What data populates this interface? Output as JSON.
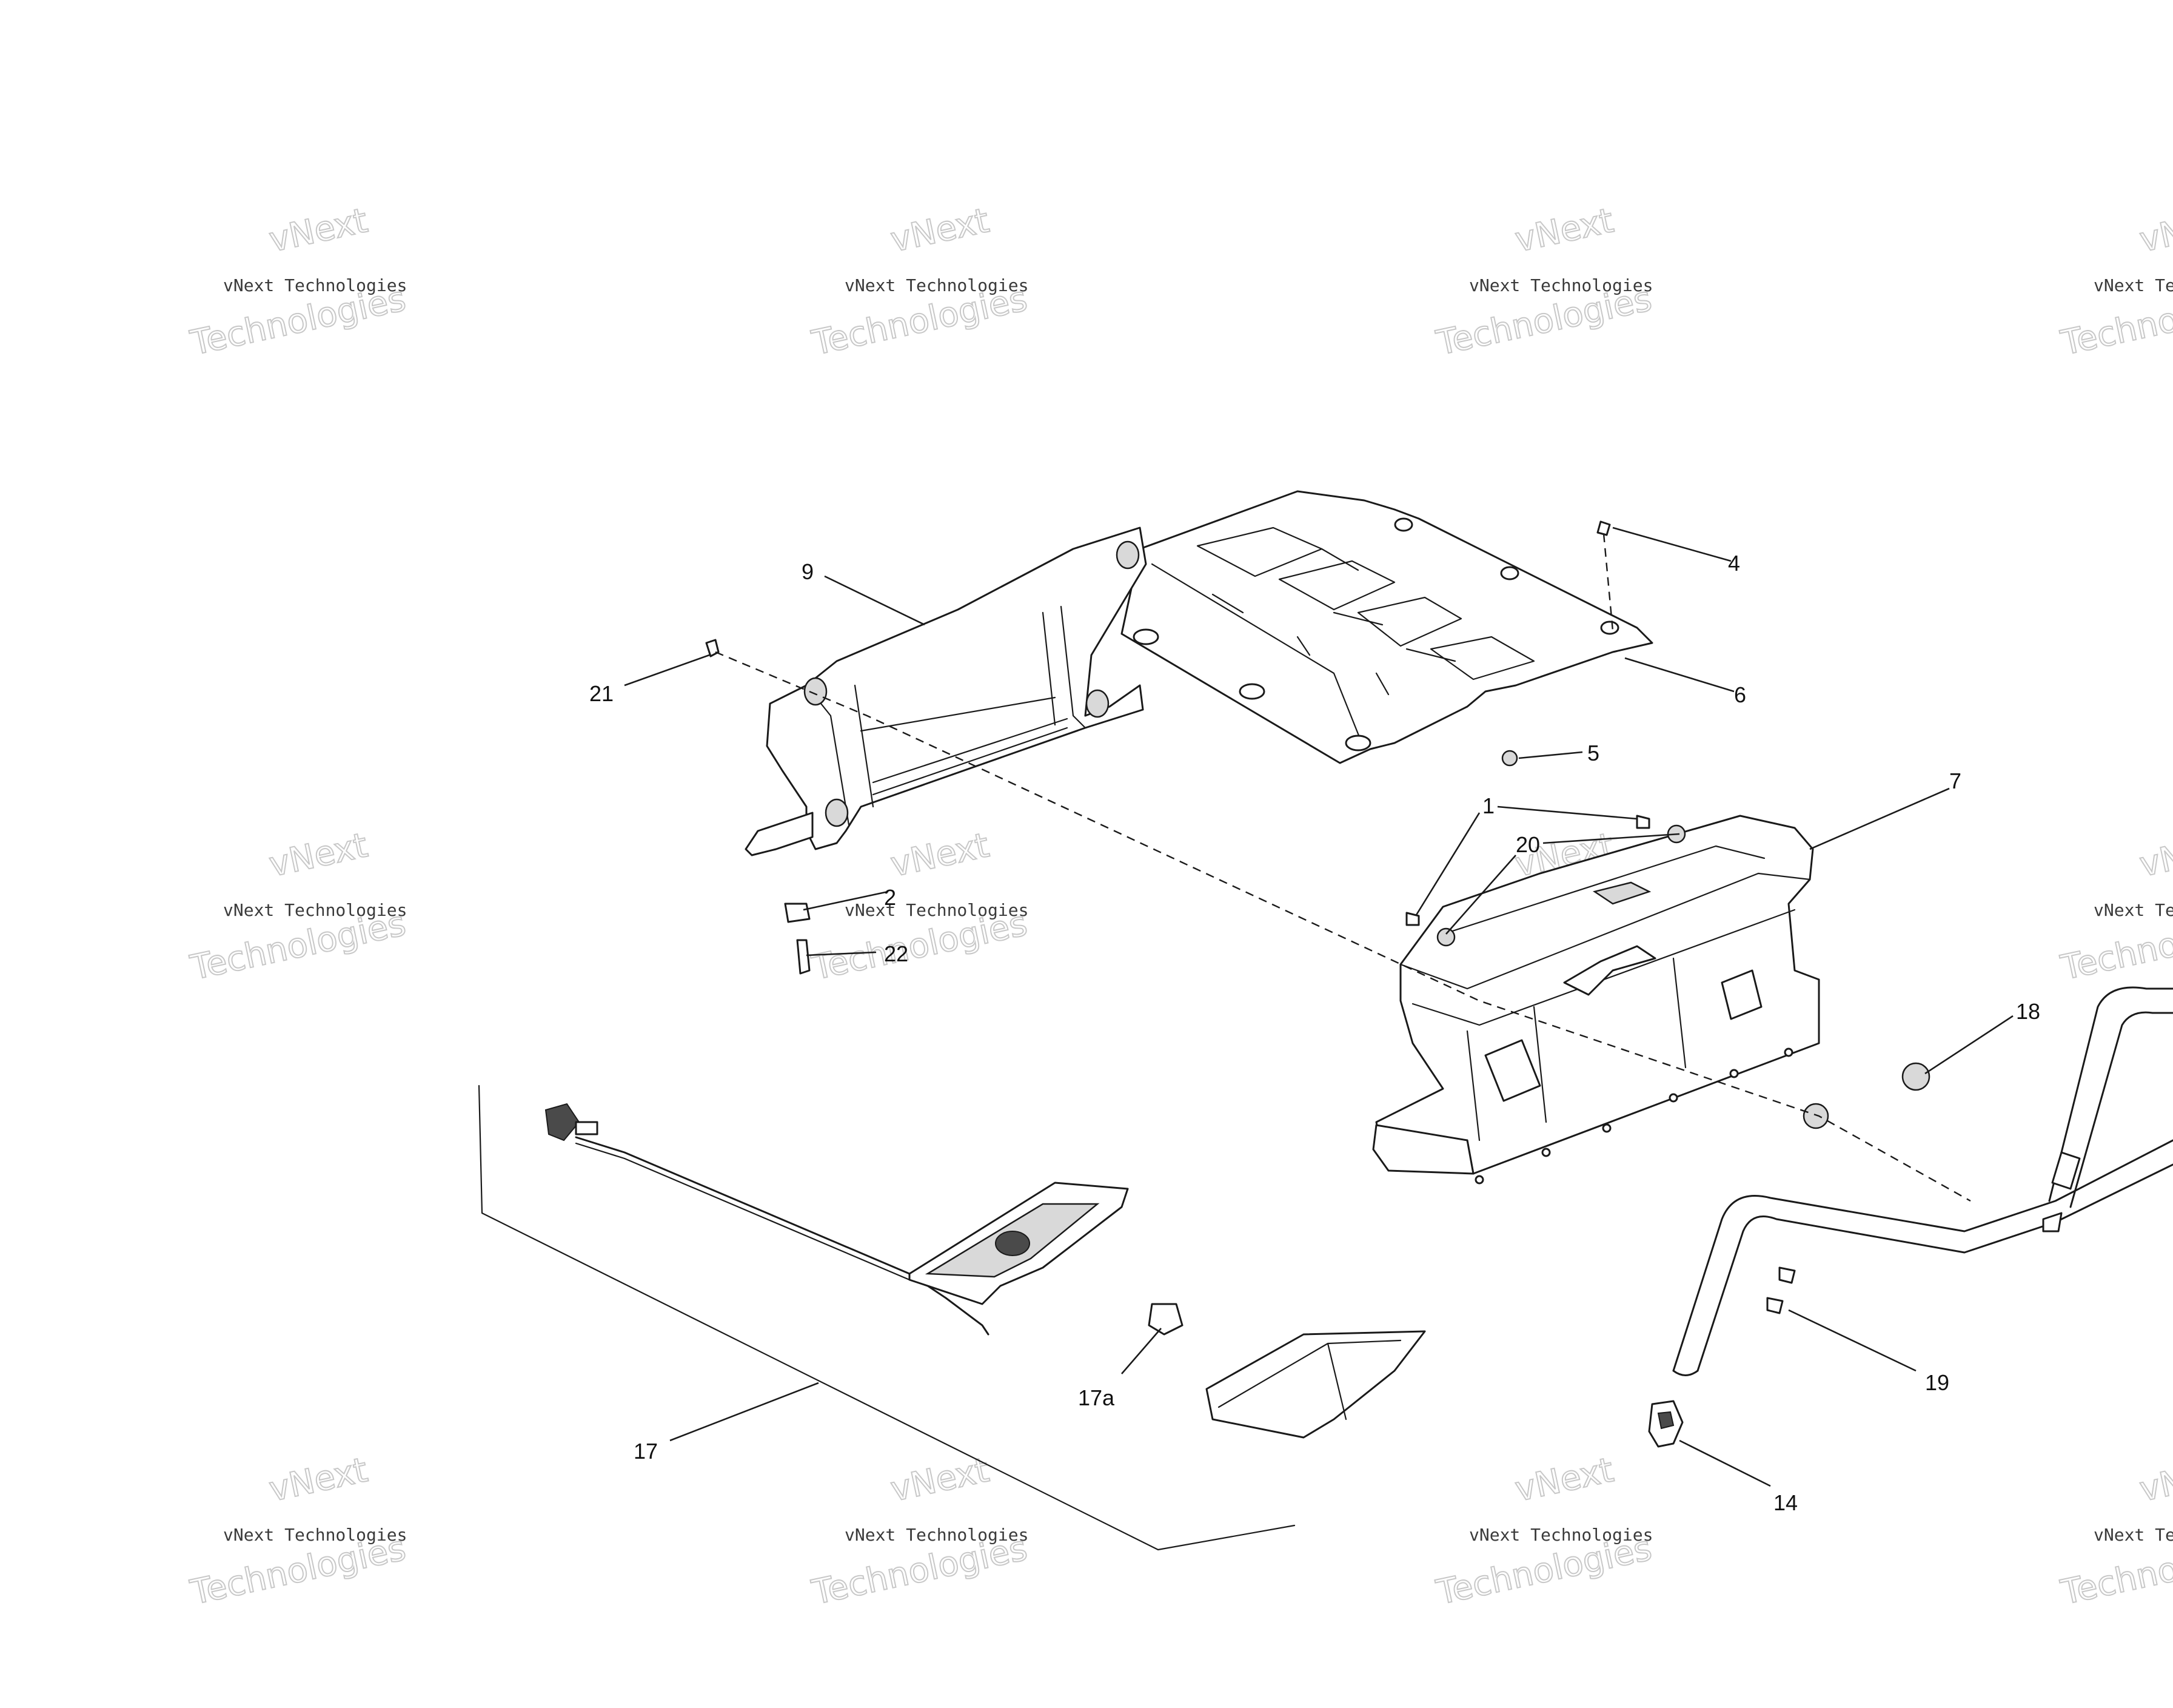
{
  "diagram": {
    "callouts": [
      "1",
      "4",
      "5",
      "6",
      "7",
      "9",
      "14",
      "17",
      "17a",
      "18",
      "19",
      "20",
      "21",
      "22",
      "2"
    ]
  },
  "watermark": {
    "line1": "vNext",
    "line2": "vNext Technologies",
    "line3": "Technologies"
  }
}
